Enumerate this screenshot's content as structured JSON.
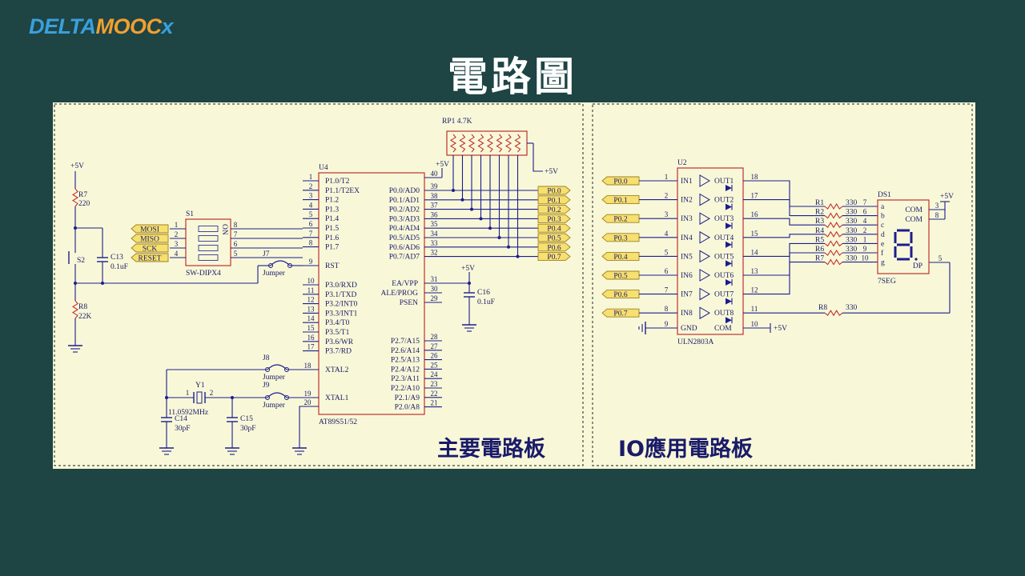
{
  "logo": {
    "part1": "DELTA",
    "part2": "MOOC",
    "part3": "x"
  },
  "title": "電路圖",
  "captions": {
    "main": "主要電路板",
    "io": "IO應用電路板"
  },
  "main_board": {
    "u4_ref": "U4",
    "u4_part": "AT89S51/52",
    "left_pins": [
      "P1.0/T2",
      "P1.1/T2EX",
      "P1.2",
      "P1.3",
      "P1.4",
      "P1.5",
      "P1.6",
      "P1.7"
    ],
    "left_pin_nums": [
      "1",
      "2",
      "3",
      "4",
      "5",
      "6",
      "7",
      "8"
    ],
    "rst_label": "RST",
    "rst_num": "9",
    "p3_pins": [
      "P3.0/RXD",
      "P3.1/TXD",
      "P3.2/INT0",
      "P3.3/INT1",
      "P3.4/T0",
      "P3.5/T1",
      "P3.6/WR",
      "P3.7/RD"
    ],
    "p3_nums": [
      "10",
      "11",
      "12",
      "13",
      "14",
      "15",
      "16",
      "17"
    ],
    "xtal2": "XTAL2",
    "xtal2_num": "18",
    "xtal1": "XTAL1",
    "xtal1_num": "19",
    "gnd_num": "20",
    "p0_pins": [
      "P0.0/AD0",
      "P0.1/AD1",
      "P0.2/AD2",
      "P0.3/AD3",
      "P0.4/AD4",
      "P0.5/AD5",
      "P0.6/AD6",
      "P0.7/AD7"
    ],
    "p0_nums": [
      "39",
      "38",
      "37",
      "36",
      "35",
      "34",
      "33",
      "32"
    ],
    "vcc_num": "40",
    "ea": "EA/VPP",
    "ea_num": "31",
    "ale": "ALE/PROG",
    "ale_num": "30",
    "psen": "PSEN",
    "psen_num": "29",
    "p2_pins": [
      "P2.7/A15",
      "P2.6/A14",
      "P2.5/A13",
      "P2.4/A12",
      "P2.3/A11",
      "P2.2/A10",
      "P2.1/A9",
      "P2.0/A8"
    ],
    "p2_nums": [
      "28",
      "27",
      "26",
      "25",
      "24",
      "23",
      "22",
      "21"
    ],
    "p0_tags": [
      "P0.0",
      "P0.1",
      "P0.2",
      "P0.3",
      "P0.4",
      "P0.5",
      "P0.6",
      "P0.7"
    ],
    "rp1": "RP1  4.7K",
    "vcc": "+5V",
    "r7": "R7",
    "r7_val": "220",
    "r8": "R8",
    "r8_val": "22K",
    "s2": "S2",
    "c13": "C13",
    "c13_val": "0.1uF",
    "s1": "S1",
    "s1_part": "SW-DIPX4",
    "s1_on": "ON",
    "dip_tags": [
      "MOSI",
      "MISO",
      "SCK",
      "RESET"
    ],
    "dip_left_nums": [
      "1",
      "2",
      "3",
      "4"
    ],
    "dip_right_nums": [
      "8",
      "7",
      "6",
      "5"
    ],
    "j7": "J7",
    "j8": "J8",
    "j9": "J9",
    "jumper": "Jumper",
    "y1": "Y1",
    "y1_val": "11.0592MHz",
    "c14": "C14",
    "c14_val": "30pF",
    "c15": "C15",
    "c15_val": "30pF",
    "c16": "C16",
    "c16_val": "0.1uF",
    "y1_pin1": "1",
    "y1_pin2": "2"
  },
  "io_board": {
    "u2_ref": "U2",
    "u2_part": "ULN2803A",
    "in_tags": [
      "P0.0",
      "P0.1",
      "P0.2",
      "P0.3",
      "P0.4",
      "P0.5",
      "P0.6",
      "P0.7"
    ],
    "in_nums": [
      "1",
      "2",
      "3",
      "4",
      "5",
      "6",
      "7",
      "8"
    ],
    "in_labels": [
      "IN1",
      "IN2",
      "IN3",
      "IN4",
      "IN5",
      "IN6",
      "IN7",
      "IN8"
    ],
    "out_labels": [
      "OUT1",
      "OUT2",
      "OUT3",
      "OUT4",
      "OUT5",
      "OUT6",
      "OUT7",
      "OUT8"
    ],
    "out_nums": [
      "18",
      "17",
      "16",
      "15",
      "14",
      "13",
      "12",
      "11"
    ],
    "gnd": "GND",
    "gnd_num": "9",
    "com": "COM",
    "com_num": "10",
    "vcc": "+5V",
    "resistors": [
      "R1",
      "R2",
      "R3",
      "R4",
      "R5",
      "R6",
      "R7"
    ],
    "res_vals": [
      "330",
      "330",
      "330",
      "330",
      "330",
      "330",
      "330"
    ],
    "seg_pin_nums": [
      "7",
      "6",
      "4",
      "2",
      "1",
      "9",
      "10"
    ],
    "r8": "R8",
    "r8_val": "330",
    "ds1": "DS1",
    "ds1_part": "7SEG",
    "seg_letters": [
      "a",
      "b",
      "c",
      "d",
      "e",
      "f",
      "g"
    ],
    "com_labels": [
      "COM",
      "COM"
    ],
    "com_nums": [
      "3",
      "8"
    ],
    "dp": "DP",
    "dp_num": "5"
  }
}
